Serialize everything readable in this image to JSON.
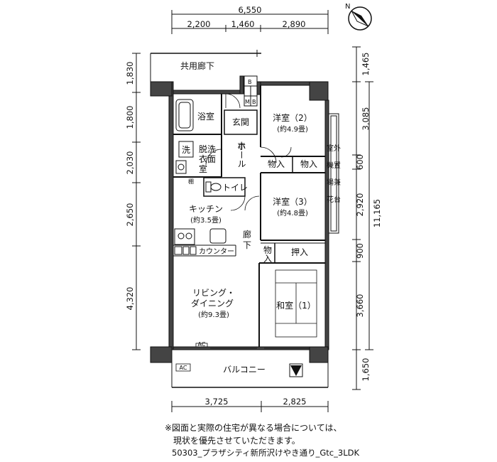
{
  "dimensions": {
    "top_total": "6,550",
    "top_parts": [
      "2,200",
      "1,460",
      "2,890"
    ],
    "bottom_parts": [
      "3,725",
      "2,825"
    ],
    "left": [
      "1,830",
      "1,800",
      "2,030",
      "2,650",
      "4,320"
    ],
    "right_inner": [
      "1,465",
      "3,085",
      "600",
      "2,920",
      "900",
      "3,660",
      "1,650"
    ],
    "right_total": "11,165"
  },
  "rooms": {
    "corridor_common": "共用廊下",
    "bath": "浴室",
    "entrance": "玄関",
    "western2_name": "洋室（2）",
    "western2_size": "(約4.9畳)",
    "washer": "洗",
    "dressing_1": "脱洗",
    "dressing_2": "衣面",
    "dressing_3": "室",
    "hall": "ホール",
    "storage_a": "物入",
    "storage_b": "物入",
    "outdoor_1": "室外",
    "outdoor_2": "機置",
    "outdoor_3": "場兼",
    "outdoor_4": "花台",
    "shelf": "棚",
    "toilet": "トイレ",
    "western3_name": "洋室（3）",
    "western3_size": "(約4.8畳)",
    "kitchen_name": "キッチン",
    "kitchen_size": "(約3.5畳)",
    "hallway_1": "廊",
    "hallway_2": "下",
    "storage_c_1": "物",
    "storage_c_2": "入",
    "closet": "押入",
    "counter": "カウンター",
    "living_1": "リビング・",
    "living_2": "ダイニング",
    "living_3": "(約9.3畳)",
    "japanese": "和室（1）",
    "balcony": "バルコニー",
    "ac_1": "AC",
    "ac_2": "AC",
    "mb_m": "M",
    "mb_b": "B",
    "mb_b2": "B"
  },
  "note_line1": "※図面と実際の住宅が異なる場合については、",
  "note_line2": "現状を優先させていただきます。",
  "code": "50303_プラザシティ新所沢けやき通り_Gtc_3LDK",
  "compass": "N",
  "icons": [
    "compass-icon",
    "balcony-triangle-icon",
    "bathtub-icon",
    "toilet-icon",
    "stove-icon",
    "sink-icon"
  ]
}
